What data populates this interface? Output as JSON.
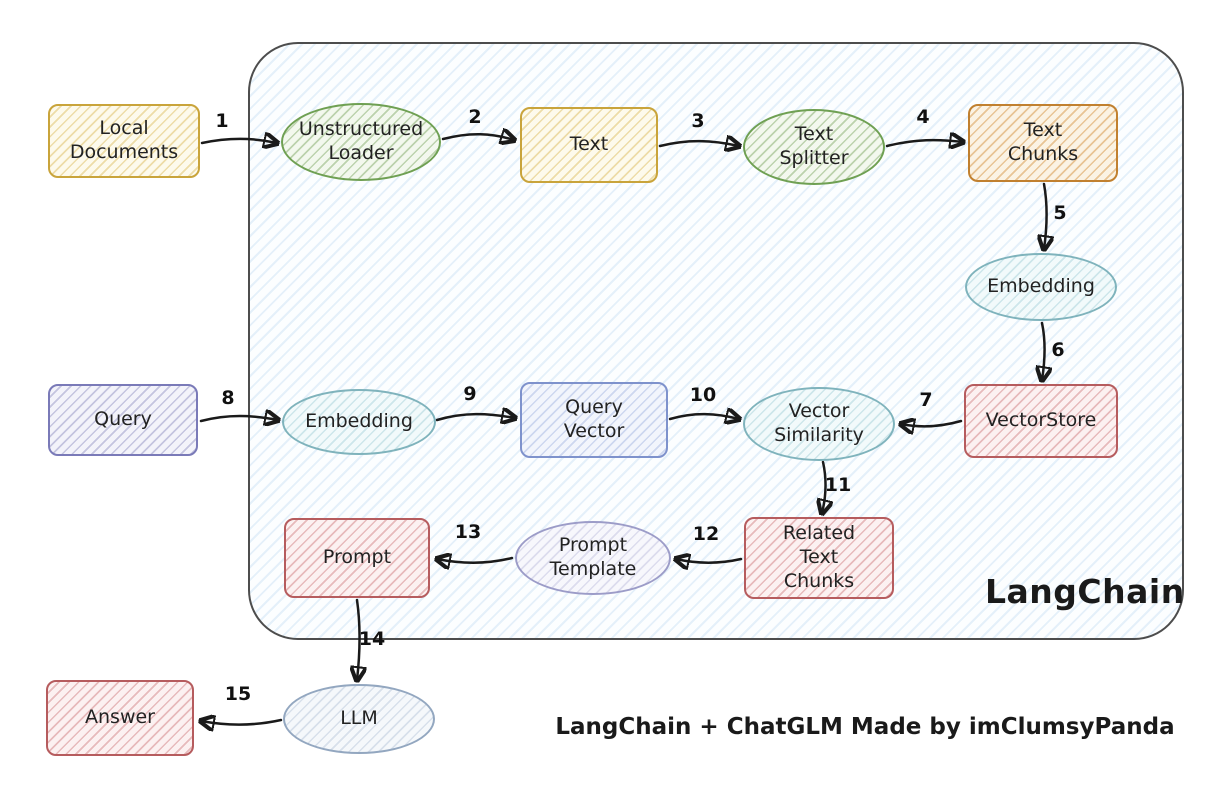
{
  "container": {
    "label": "LangChain"
  },
  "caption": "LangChain + ChatGLM Made by imClumsyPanda",
  "palette": {
    "yellow": "#C9A43B",
    "green": "#6FA053",
    "orange": "#C1802F",
    "teal": "#7FB3BC",
    "red": "#B65C5E",
    "purple": "#7A7AB8",
    "blue": "#7E92CC",
    "lavender": "#9C9CC8",
    "bluegray": "#93A7C0",
    "arrow": "#1a1a1a"
  },
  "nodes": [
    {
      "id": "local-documents",
      "label": "Local Documents",
      "shape": "rect",
      "color": "yellow"
    },
    {
      "id": "unstructured-loader",
      "label": "Unstructured Loader",
      "shape": "ellipse",
      "color": "green"
    },
    {
      "id": "text",
      "label": "Text",
      "shape": "rect",
      "color": "yellow"
    },
    {
      "id": "text-splitter",
      "label": "Text Splitter",
      "shape": "ellipse",
      "color": "green"
    },
    {
      "id": "text-chunks",
      "label": "Text Chunks",
      "shape": "rect",
      "color": "orange"
    },
    {
      "id": "embedding-doc",
      "label": "Embedding",
      "shape": "ellipse",
      "color": "teal"
    },
    {
      "id": "vectorstore",
      "label": "VectorStore",
      "shape": "rect",
      "color": "red"
    },
    {
      "id": "query",
      "label": "Query",
      "shape": "rect",
      "color": "purple"
    },
    {
      "id": "embedding-query",
      "label": "Embedding",
      "shape": "ellipse",
      "color": "teal"
    },
    {
      "id": "query-vector",
      "label": "Query Vector",
      "shape": "rect",
      "color": "blue"
    },
    {
      "id": "vector-similarity",
      "label": "Vector Similarity",
      "shape": "ellipse",
      "color": "teal"
    },
    {
      "id": "related-text-chunks",
      "label": "Related Text Chunks",
      "shape": "rect",
      "color": "red"
    },
    {
      "id": "prompt-template",
      "label": "Prompt Template",
      "shape": "ellipse",
      "color": "lavender"
    },
    {
      "id": "prompt",
      "label": "Prompt",
      "shape": "rect",
      "color": "red"
    },
    {
      "id": "llm",
      "label": "LLM",
      "shape": "ellipse",
      "color": "bluegray"
    },
    {
      "id": "answer",
      "label": "Answer",
      "shape": "rect",
      "color": "red"
    }
  ],
  "edges": [
    {
      "label": "1",
      "from": "local-documents",
      "to": "unstructured-loader"
    },
    {
      "label": "2",
      "from": "unstructured-loader",
      "to": "text"
    },
    {
      "label": "3",
      "from": "text",
      "to": "text-splitter"
    },
    {
      "label": "4",
      "from": "text-splitter",
      "to": "text-chunks"
    },
    {
      "label": "5",
      "from": "text-chunks",
      "to": "embedding-doc"
    },
    {
      "label": "6",
      "from": "embedding-doc",
      "to": "vectorstore"
    },
    {
      "label": "7",
      "from": "vectorstore",
      "to": "vector-similarity"
    },
    {
      "label": "8",
      "from": "query",
      "to": "embedding-query"
    },
    {
      "label": "9",
      "from": "embedding-query",
      "to": "query-vector"
    },
    {
      "label": "10",
      "from": "query-vector",
      "to": "vector-similarity"
    },
    {
      "label": "11",
      "from": "vector-similarity",
      "to": "related-text-chunks"
    },
    {
      "label": "12",
      "from": "related-text-chunks",
      "to": "prompt-template"
    },
    {
      "label": "13",
      "from": "prompt-template",
      "to": "prompt"
    },
    {
      "label": "14",
      "from": "prompt",
      "to": "llm"
    },
    {
      "label": "15",
      "from": "llm",
      "to": "answer"
    }
  ]
}
